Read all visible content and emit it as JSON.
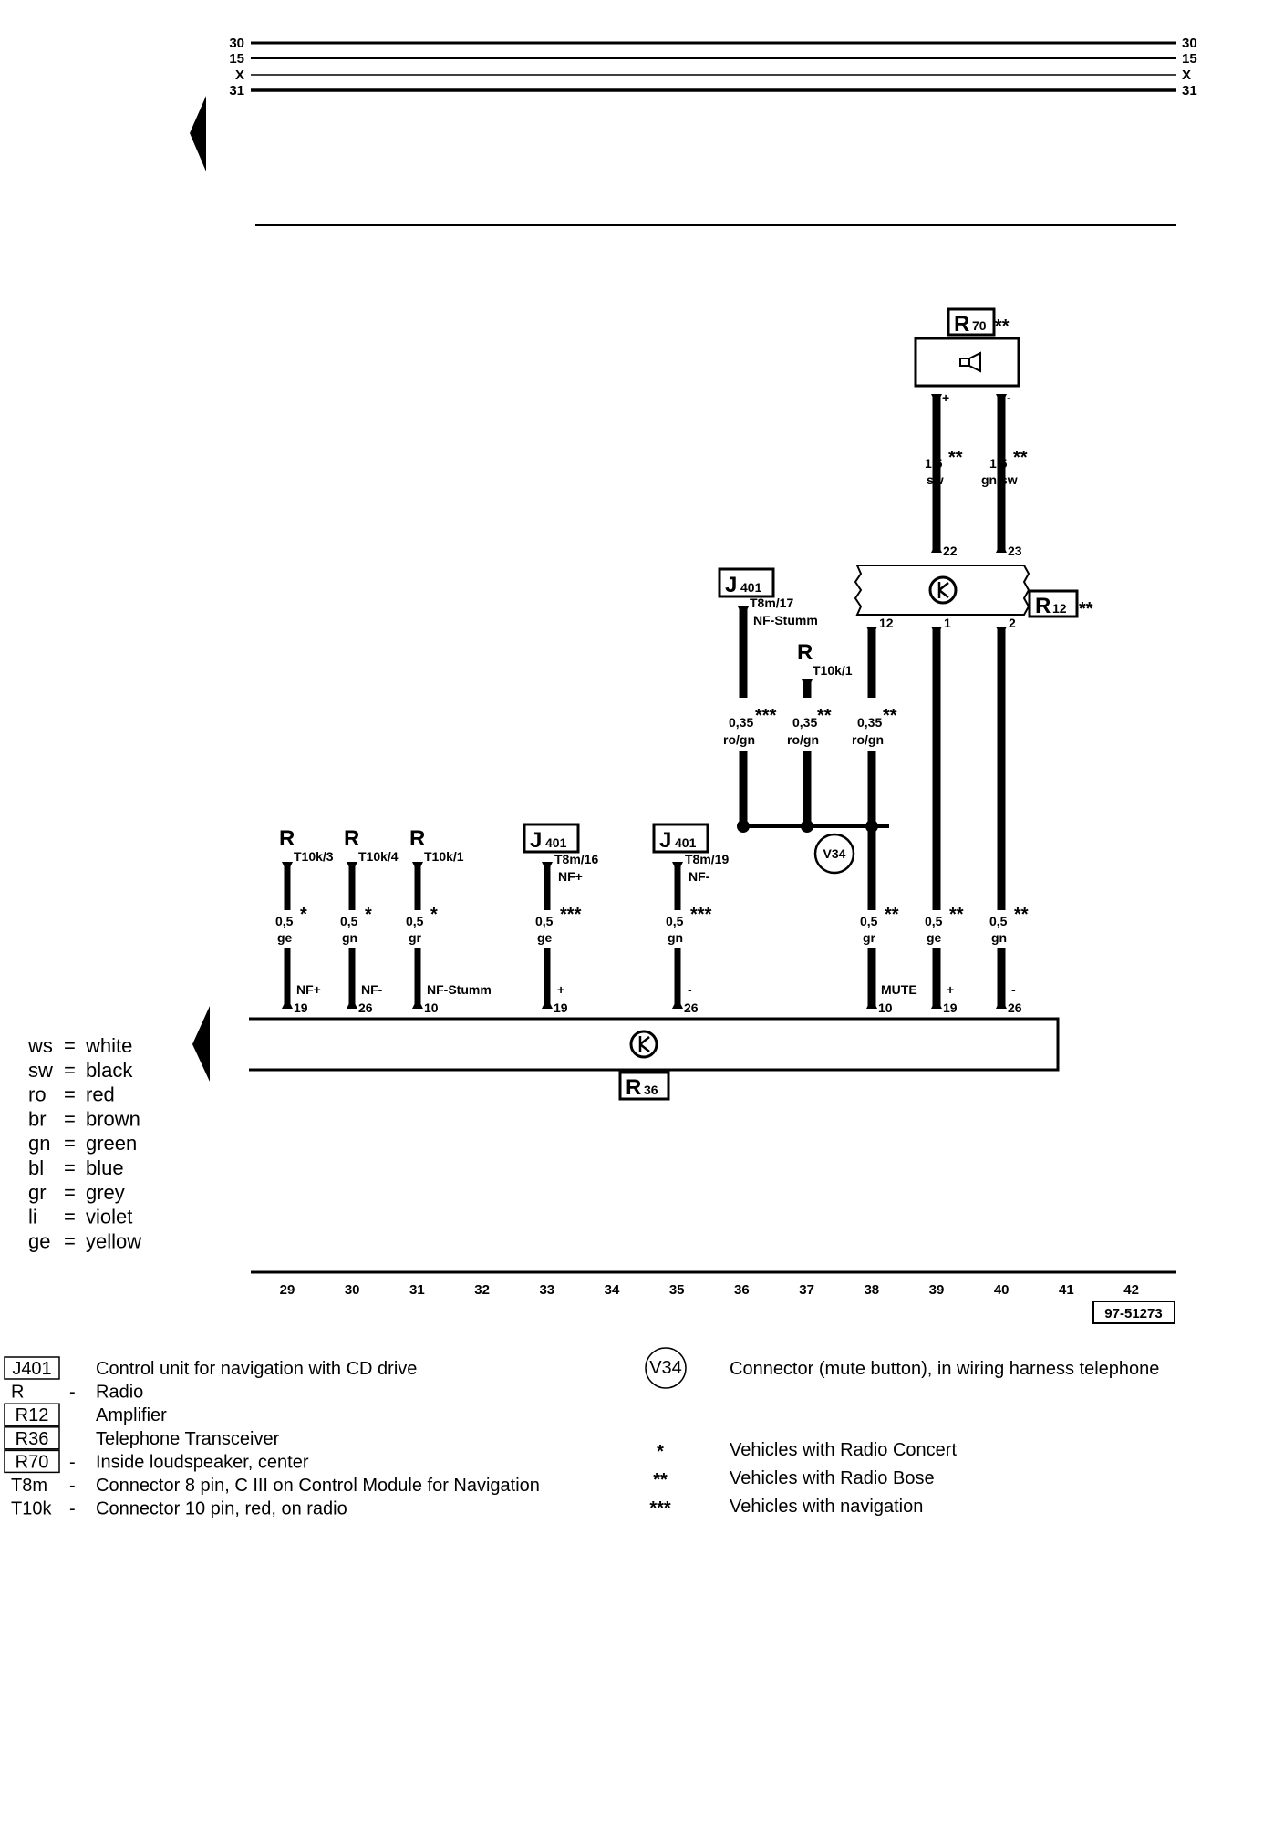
{
  "bus": {
    "lines": [
      "30",
      "15",
      "X",
      "31"
    ]
  },
  "components": {
    "j401": {
      "main": "J",
      "sub": "401"
    },
    "r": {
      "main": "R"
    },
    "r12": {
      "main": "R",
      "sub": "12"
    },
    "r36": {
      "main": "R",
      "sub": "36"
    },
    "r70": {
      "main": "R",
      "sub": "70"
    },
    "v34": {
      "label": "V34"
    }
  },
  "connectors": {
    "t8m17": "T8m/17",
    "t8m16": "T8m/16",
    "t8m19": "T8m/19",
    "t10k1": "T10k/1",
    "t10k3": "T10k/3",
    "t10k4": "T10k/4",
    "nf_stumm": "NF-Stumm",
    "nf_plus": "NF+",
    "nf_minus": "NF-"
  },
  "wires": {
    "w35": "0,35",
    "ro_gn": "ro/gn",
    "w05": "0,5",
    "w15": "1,5",
    "ge": "ge",
    "gn": "gn",
    "gr": "gr",
    "sw": "sw",
    "gn_sw": "gn/sw"
  },
  "stars": {
    "one": "*",
    "two": "**",
    "three": "***"
  },
  "pins": {
    "plus": "+",
    "minus": "-",
    "p1": "1",
    "p2": "2",
    "p10": "10",
    "p12": "12",
    "p19": "19",
    "p22": "22",
    "p23": "23",
    "p26": "26",
    "mute": "MUTE",
    "nf_plus": "NF+",
    "nf_minus": "NF-",
    "nf_stumm": "NF-Stumm"
  },
  "track_numbers": [
    "29",
    "30",
    "31",
    "32",
    "33",
    "34",
    "35",
    "36",
    "37",
    "38",
    "39",
    "40",
    "41",
    "42"
  ],
  "reference": "97-51273",
  "color_legend": [
    {
      "code": "ws",
      "name": "white"
    },
    {
      "code": "sw",
      "name": "black"
    },
    {
      "code": "ro",
      "name": "red"
    },
    {
      "code": "br",
      "name": "brown"
    },
    {
      "code": "gn",
      "name": "green"
    },
    {
      "code": "bl",
      "name": "blue"
    },
    {
      "code": "gr",
      "name": "grey"
    },
    {
      "code": "li",
      "name": "violet"
    },
    {
      "code": "ge",
      "name": "yellow"
    }
  ],
  "key": {
    "left": [
      {
        "code": "J401",
        "boxed": true,
        "dash": "",
        "text": "Control unit for navigation with CD drive"
      },
      {
        "code": "R",
        "boxed": false,
        "dash": "-",
        "text": "Radio"
      },
      {
        "code": "R12",
        "boxed": true,
        "dash": "",
        "text": "Amplifier"
      },
      {
        "code": "R36",
        "boxed": true,
        "dash": "",
        "text": "Telephone Transceiver"
      },
      {
        "code": "R70",
        "boxed": true,
        "dash": "-",
        "text": "Inside loudspeaker, center"
      },
      {
        "code": "T8m",
        "boxed": false,
        "dash": "-",
        "text": "Connector 8 pin, C III on Control Module for Navigation"
      },
      {
        "code": "T10k",
        "boxed": false,
        "dash": "-",
        "text": "Connector 10 pin, red, on radio"
      }
    ],
    "right": [
      {
        "code": "V34",
        "text": "Connector (mute button), in wiring harness telephone"
      },
      {
        "code": "*",
        "text": "Vehicles with Radio Concert"
      },
      {
        "code": "**",
        "text": "Vehicles with Radio Bose"
      },
      {
        "code": "***",
        "text": "Vehicles with navigation"
      }
    ]
  }
}
